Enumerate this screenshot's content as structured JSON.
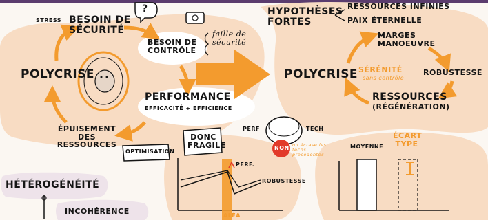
{
  "cycle_left": {
    "stress": "STRESS",
    "besoin_securite": "BESOIN de SÉCURITÉ",
    "besoin_controle": "BESOIN de CONTRÔLE",
    "faille": "faille de sécurité",
    "polycrise": "POLYCRISE",
    "performance": "PERFORMANCE",
    "efficacite": "EFFICACITÉ + EFFICIENCE",
    "epuisement": "ÉPUISEMENT des RESSOURCES",
    "optimisation": "OPTIMISATION",
    "donc_fragile": "DONC FRAGILE"
  },
  "cycle_right": {
    "hypotheses": "HYPOTHÈSES FORTES",
    "ressources_infinies": "RESSOURCES INFINIES",
    "paix": "PAIX ÉTERNELLE",
    "marges": "MARGES MANOEUVRE",
    "polycrise": "POLYCRISE",
    "serenite": "SÉRÉNITÉ",
    "sans_controle": "sans contrôle",
    "robustesse": "ROBUSTESSE",
    "ressources": "RESSOURCES",
    "regeneration": "(RÉGÉNÉRATION)"
  },
  "middle": {
    "perf": "PERF",
    "tech": "TECH",
    "non": "NON",
    "ecrase": "on écrase les techs précédentes"
  },
  "graph_left": {
    "perf": "PERF.",
    "robustesse": "ROBUSTESSE",
    "alea": "ALÉA"
  },
  "graph_right": {
    "moyenne": "MOYENNE",
    "ecart_type": "ÉCART TYPE"
  },
  "bottom_left": {
    "heterogeneite": "HÉTÉROGÉNÉITÉ",
    "incoherence": "INCOHÉRENCE"
  },
  "colors": {
    "blob": "#f8dcc3",
    "orange": "#f39b2e",
    "ink": "#151515",
    "purple": "#eee3ea",
    "frame": "#5b3c6e",
    "red": "#e23a2a"
  }
}
